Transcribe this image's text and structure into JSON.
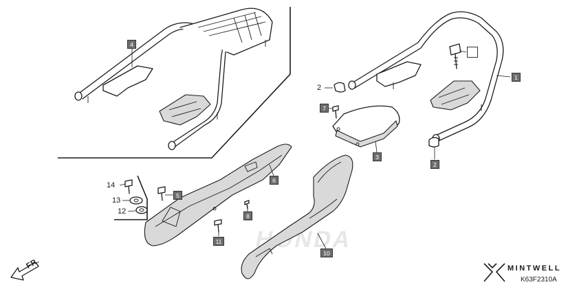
{
  "diagram": {
    "callouts": [
      {
        "id": "c1",
        "label": "1",
        "style": "box"
      },
      {
        "id": "c2a",
        "label": "2",
        "style": "text"
      },
      {
        "id": "c2b",
        "label": "2",
        "style": "box"
      },
      {
        "id": "c3",
        "label": "3",
        "style": "box"
      },
      {
        "id": "c4",
        "label": "4",
        "style": "box"
      },
      {
        "id": "c5",
        "label": "5",
        "style": "box"
      },
      {
        "id": "c6",
        "label": "6",
        "style": "box"
      },
      {
        "id": "c7",
        "label": "7",
        "style": "box"
      },
      {
        "id": "c8",
        "label": "8",
        "style": "box"
      },
      {
        "id": "c10",
        "label": "10",
        "style": "box"
      },
      {
        "id": "c11",
        "label": "11",
        "style": "box"
      },
      {
        "id": "c12",
        "label": "12",
        "style": "text"
      },
      {
        "id": "c13",
        "label": "13",
        "style": "text"
      },
      {
        "id": "c14",
        "label": "14",
        "style": "text"
      },
      {
        "id": "c9",
        "label": "",
        "style": "empty-box"
      }
    ],
    "direction_label": "FR.",
    "brand": "MINTWELL",
    "part_code": "K63F2310A",
    "watermark": "HONDA"
  },
  "colors": {
    "callout_fill": "#6e6e6e",
    "line": "#1a1a1a",
    "shade": "#d9d9d9"
  }
}
